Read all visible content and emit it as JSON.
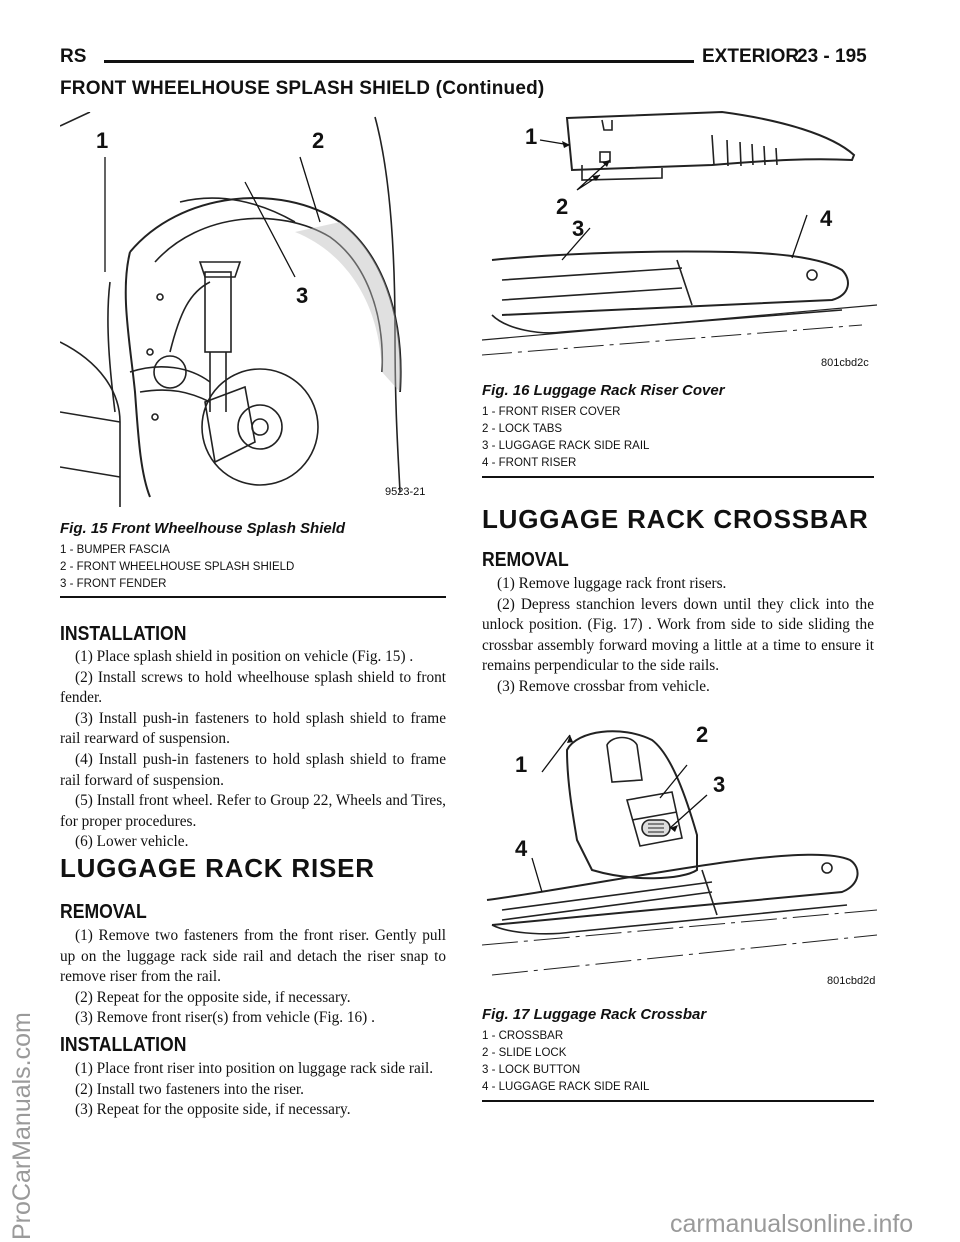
{
  "header": {
    "left": "RS",
    "section": "EXTERIOR",
    "page": "23 - 195",
    "continued": "FRONT WHEELHOUSE SPLASH SHIELD (Continued)"
  },
  "watermark_side": "ProCarManuals.com",
  "watermark_footer": "carmanualsonline.info",
  "fig15": {
    "code": "9523-21",
    "title": "Fig. 15 Front Wheelhouse Splash Shield",
    "callouts": [
      "1",
      "2",
      "3"
    ],
    "legend": [
      "1 - BUMPER FASCIA",
      "2 - FRONT WHEELHOUSE SPLASH SHIELD",
      "3 - FRONT FENDER"
    ]
  },
  "fig16": {
    "code": "801cbd2c",
    "title": "Fig. 16 Luggage Rack Riser Cover",
    "callouts": [
      "1",
      "2",
      "3",
      "4"
    ],
    "legend": [
      "1 - FRONT RISER COVER",
      "2 - LOCK TABS",
      "3 - LUGGAGE RACK SIDE RAIL",
      "4 - FRONT RISER"
    ]
  },
  "fig17": {
    "code": "801cbd2d",
    "title": "Fig. 17 Luggage Rack Crossbar",
    "callouts": [
      "1",
      "2",
      "3",
      "4"
    ],
    "legend": [
      "1 - CROSSBAR",
      "2 - SLIDE LOCK",
      "3 - LOCK BUTTON",
      "4 - LUGGAGE RACK SIDE RAIL"
    ]
  },
  "left": {
    "installation_heading": "INSTALLATION",
    "installation_steps": [
      "(1) Place splash shield in position on vehicle (Fig. 15) .",
      "(2) Install screws to hold wheelhouse splash shield to front fender.",
      "(3) Install push-in fasteners to hold splash shield to frame rail rearward of suspension.",
      "(4) Install push-in fasteners to hold splash shield to frame rail forward of suspension.",
      "(5) Install front wheel. Refer to Group 22, Wheels and Tires, for proper procedures.",
      "(6) Lower vehicle."
    ],
    "riser_heading": "LUGGAGE RACK RISER",
    "removal_heading": "REMOVAL",
    "removal_steps": [
      "(1) Remove two fasteners from the front riser. Gently pull up on the luggage rack side rail and detach the riser snap to remove riser from the rail.",
      "(2) Repeat for the opposite side, if necessary.",
      "(3) Remove front riser(s) from vehicle (Fig. 16) ."
    ],
    "installation2_heading": "INSTALLATION",
    "installation2_steps": [
      "(1) Place front riser into position on luggage rack side rail.",
      "(2) Install two fasteners into the riser.",
      "(3) Repeat for the opposite side, if necessary."
    ]
  },
  "right": {
    "crossbar_heading": "LUGGAGE RACK CROSSBAR",
    "removal_heading": "REMOVAL",
    "removal_steps": [
      "(1) Remove luggage rack front risers.",
      "(2) Depress stanchion levers down until they click into the unlock position. (Fig. 17) . Work from side to side sliding the crossbar assembly forward moving a little at a time to ensure it remains perpendicular to the side rails.",
      "(3) Remove crossbar from vehicle."
    ]
  }
}
